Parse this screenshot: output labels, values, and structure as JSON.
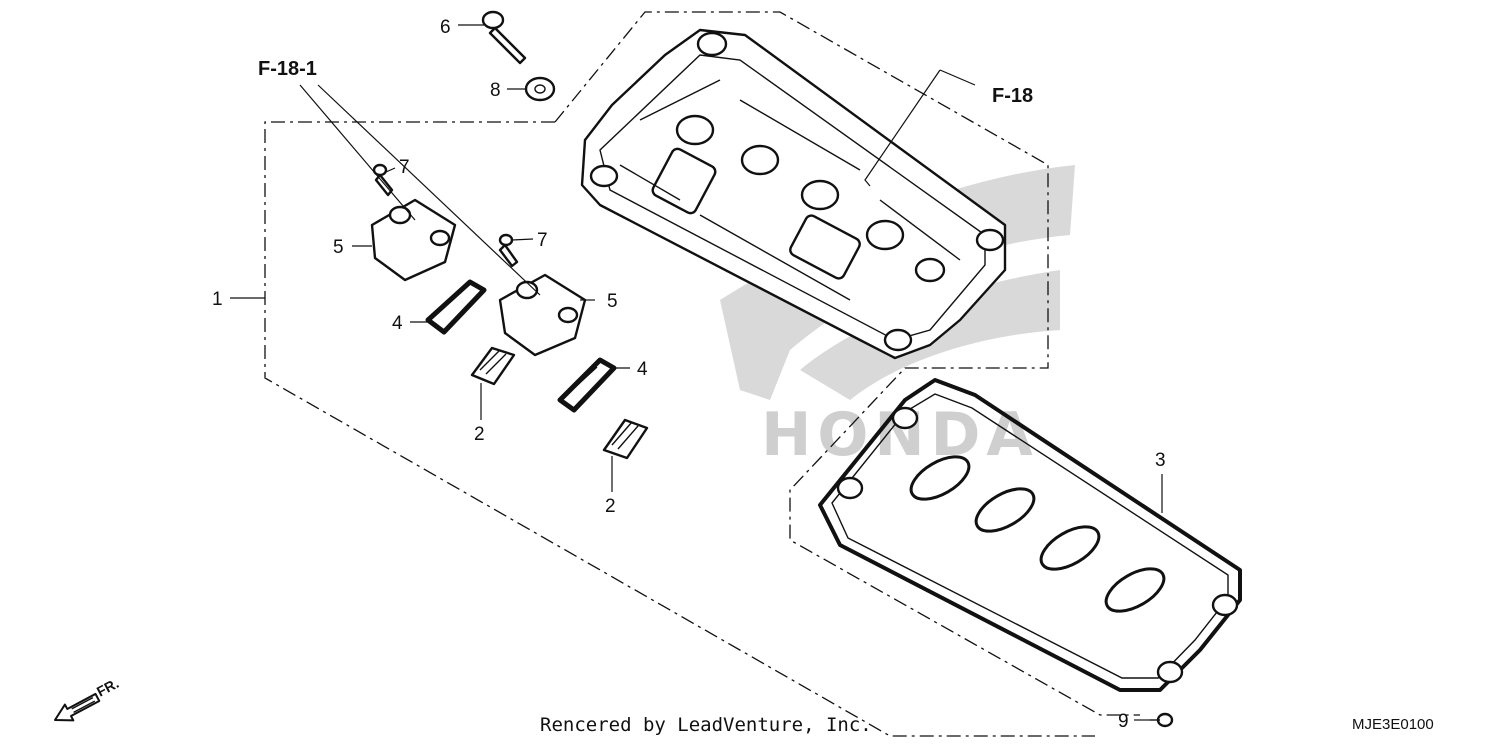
{
  "diagram": {
    "callouts": {
      "c1": "1",
      "c2a": "2",
      "c2b": "2",
      "c3": "3",
      "c4a": "4",
      "c4b": "4",
      "c5a": "5",
      "c5b": "5",
      "c6": "6",
      "c7a": "7",
      "c7b": "7",
      "c8": "8",
      "c9": "9"
    },
    "references": {
      "left": "F-18-1",
      "right": "F-18"
    },
    "front_marker": "FR.",
    "watermark": "HONDA",
    "footer": {
      "credit": "Rencered by LeadVenture, Inc.",
      "diagram_code": "MJE3E0100"
    }
  }
}
